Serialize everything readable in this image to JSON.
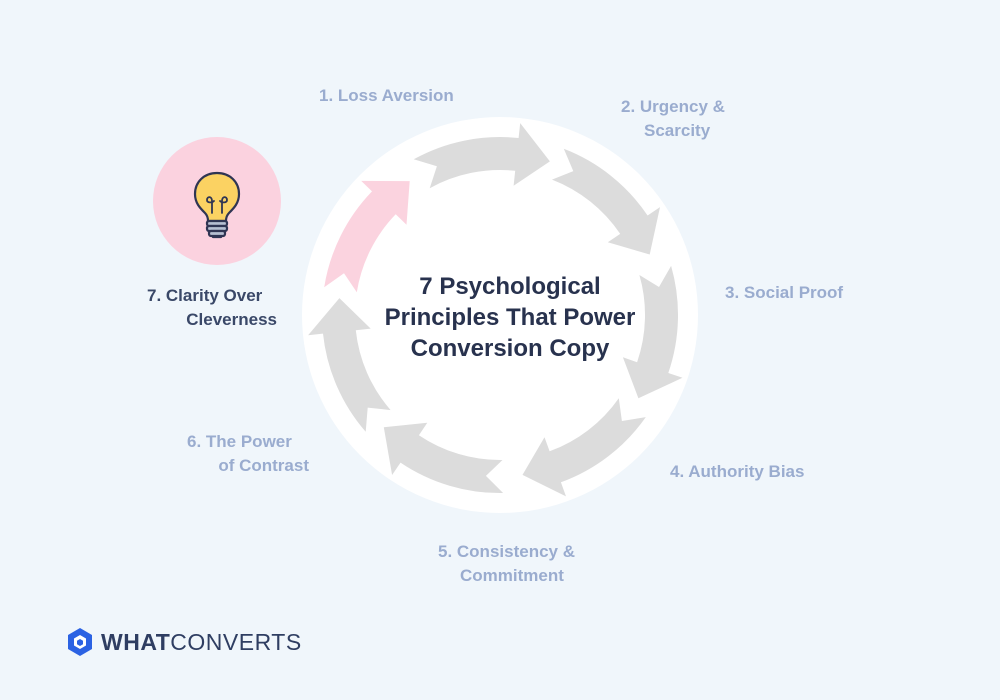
{
  "title": {
    "line1": "7  Psychological",
    "line2": "Principles That Power",
    "line3": "Conversion Copy"
  },
  "principles": [
    {
      "line1": "1. Loss Aversion",
      "line2": ""
    },
    {
      "line1": "2. Urgency &",
      "line2": "Scarcity"
    },
    {
      "line1": "3. Social Proof",
      "line2": ""
    },
    {
      "line1": "4. Authority Bias",
      "line2": ""
    },
    {
      "line1": "5. Consistency &",
      "line2": "Commitment"
    },
    {
      "line1": "6. The Power",
      "line2": "of Contrast"
    },
    {
      "line1": "7. Clarity Over",
      "line2": "Cleverness"
    }
  ],
  "highlighted_step": 7,
  "icons": {
    "highlight": "lightbulb-icon",
    "logo": "whatconverts-logo-icon"
  },
  "brand": {
    "name_bold": "WHAT",
    "name_light": "CONVERTS"
  },
  "colors": {
    "background": "#f0f6fb",
    "ring": "#ffffff",
    "arrow": "#dcdcdc",
    "arrow_active": "#fbd3df",
    "icon_circle": "#fbd2df",
    "label": "#9aaccf",
    "label_active": "#3a4868",
    "title": "#28324e",
    "brand": "#2b62e3"
  }
}
